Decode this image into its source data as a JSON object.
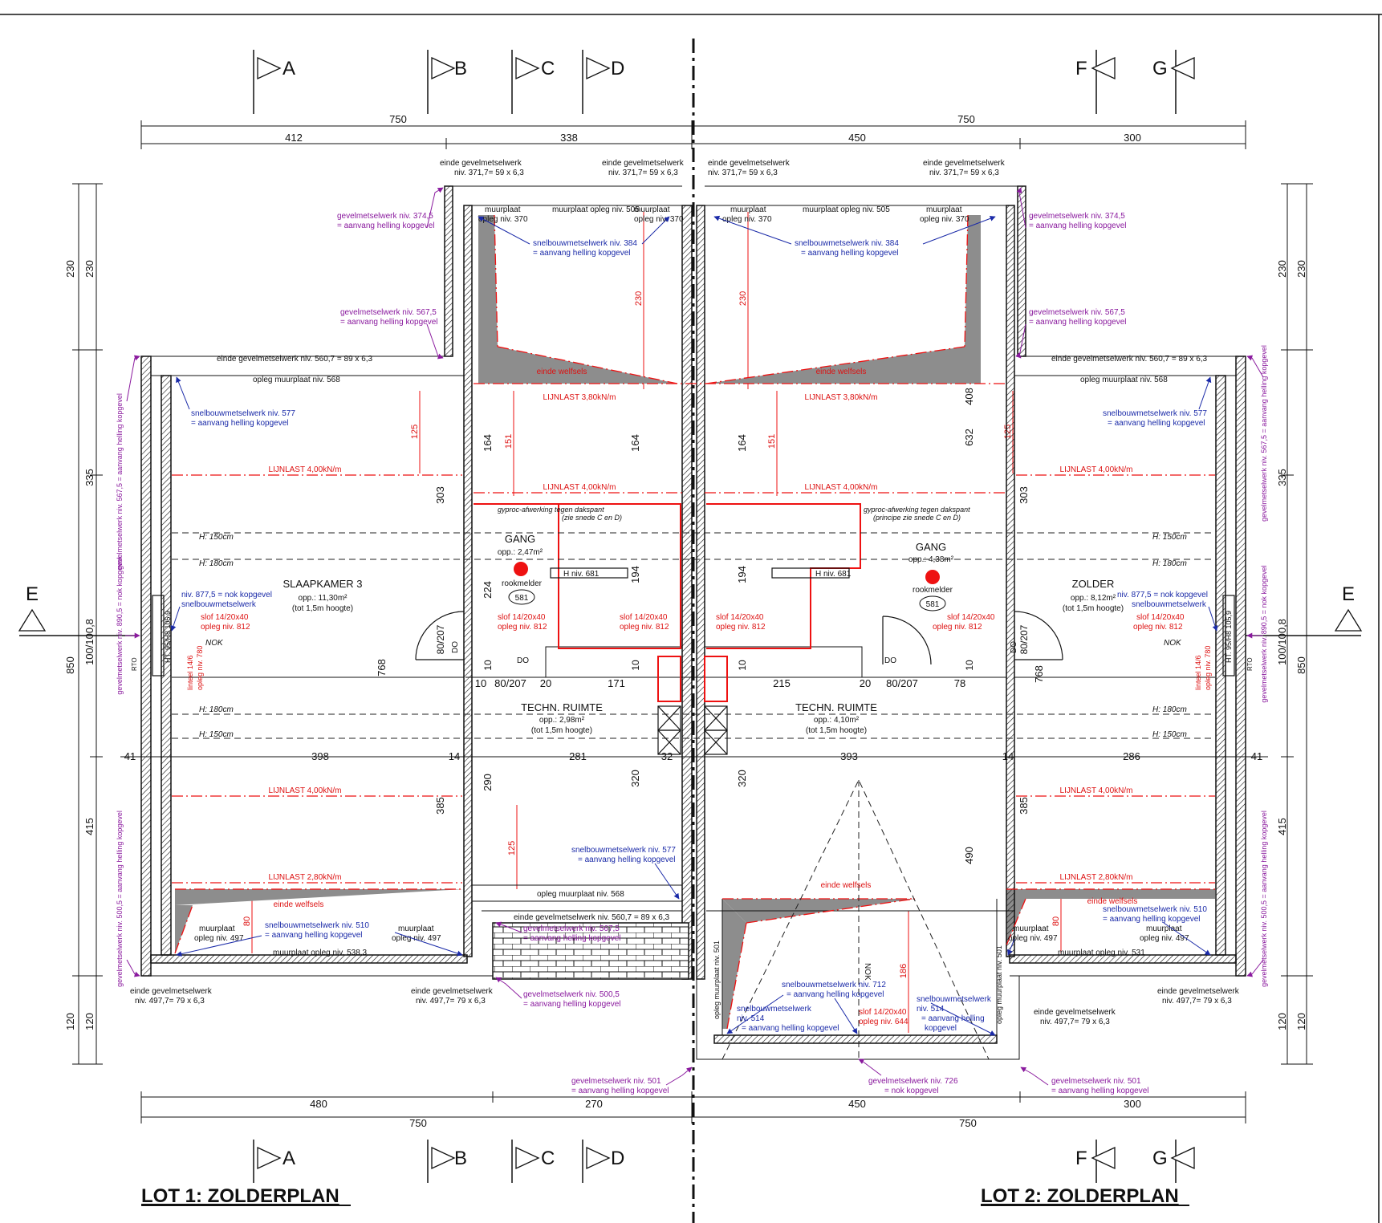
{
  "titles": {
    "lot1": "LOT 1: ZOLDERPLAN",
    "lot2": "LOT 2: ZOLDERPLAN"
  },
  "section_marks": {
    "A": "A",
    "B": "B",
    "C": "C",
    "D": "D",
    "E": "E",
    "F": "F",
    "G": "G"
  },
  "dimensions": {
    "top_total_left": "750",
    "top_total_right": "750",
    "top_left_1": "412",
    "top_left_2": "338",
    "top_right_1": "450",
    "top_right_2": "300",
    "bottom_total_left": "750",
    "bottom_total_right": "750",
    "bottom_left_1": "480",
    "bottom_left_2": "270",
    "bottom_right_1": "450",
    "bottom_right_2": "300",
    "side_230": "230",
    "side_335": "335",
    "side_850": "850",
    "side_415": "415",
    "side_120": "120",
    "side_100": "100/100,8",
    "row_41": "41",
    "row_398": "398",
    "row_14": "14",
    "row_281": "281",
    "row_32": "32",
    "row_393": "393",
    "row_286": "286",
    "row_10": "10",
    "row_80_207": "80/207",
    "row_20": "20",
    "row_171": "171",
    "row_215": "215",
    "row_78": "78",
    "v_164": "164",
    "v_194": "194",
    "v_224": "224",
    "v_303": "303",
    "v_768": "768",
    "v_385": "385",
    "v_290": "290",
    "v_320": "320",
    "v_408": "408",
    "v_632": "632",
    "v_490": "490",
    "r_125": "125",
    "r_151": "151",
    "r_230": "230",
    "r_80": "80",
    "r_186": "186"
  },
  "rooms": {
    "slaapkamer": {
      "name": "SLAAPKAMER 3",
      "area": "opp.: 11,30m²",
      "note": "(tot 1,5m hoogte)"
    },
    "zolder": {
      "name": "ZOLDER",
      "area": "opp.: 8,12m²",
      "note": "(tot 1,5m hoogte)"
    },
    "gang_left": {
      "name": "GANG",
      "area": "opp.: 2,47m²"
    },
    "gang_right": {
      "name": "GANG",
      "area": "opp.: 4,38m²"
    },
    "tech_left": {
      "name": "TECHN. RUIMTE",
      "area": "opp.: 2,98m²",
      "note": "(tot 1,5m hoogte)"
    },
    "tech_right": {
      "name": "TECHN. RUIMTE",
      "area": "opp.: 4,10m²",
      "note": "(tot 1,5m hoogte)"
    }
  },
  "labels": {
    "rookmelder": "rookmelder",
    "rook_num": "581",
    "h_niv": "H niv. 681",
    "h150": "H: 150cm",
    "h180": "H: 180cm",
    "nok": "NOK",
    "do": "DO",
    "rto": "RTO",
    "gyproc_left_1": "gyproc-afwerking tegen dakspant",
    "gyproc_left_2": "(zie snede C en D)",
    "gyproc_right_1": "gyproc-afwerking tegen dakspant",
    "gyproc_right_2": "(principe zie snede C en D)",
    "muurplaat": "muurplaat",
    "opleg370": "opleg niv. 370",
    "muurplaat505": "muurplaat opleg niv. 505",
    "opleg568": "opleg muurplaat niv. 568",
    "muurplaat538": "muurplaat opleg niv. 538,3",
    "muurplaat531": "muurplaat opleg niv. 531",
    "opleg497": "opleg niv. 497",
    "einde_371_1": "einde gevelmetselwerk",
    "einde_371_2": "niv. 371,7= 59 x 6,3",
    "einde_560": "einde gevelmetselwerk niv. 560,7 = 89 x 6,3",
    "einde_497_1": "einde gevelmetselwerk",
    "einde_497_2": "niv. 497,7= 79 x 6,3",
    "hoh": "HT. 95/H8 105,9",
    "lintel": "linteel 14/6",
    "lintel2": "opleg niv. 780",
    "muurplaat501": "opleg muurplaat niv. 501"
  },
  "red_labels": {
    "lijnlast380": "LIJNLAST 3,80kN/m",
    "lijnlast400": "LIJNLAST 4,00kN/m",
    "lijnlast280": "LIJNLAST 2,80kN/m",
    "einde_welfsels": "einde welfsels",
    "slof_812_1": "slof 14/20x40",
    "slof_812_2": "opleg niv. 812",
    "slof_644_1": "slof 14/20x40",
    "slof_644_2": "opleg niv. 644"
  },
  "blue_labels": {
    "snel384_1": "snelbouwmetselwerk niv. 384",
    "snel384_2": "= aanvang helling kopgevel",
    "snel577_1": "snelbouwmetselwerk niv. 577",
    "snel577_2": "= aanvang helling kopgevel",
    "snel510_1": "snelbouwmetselwerk niv. 510",
    "snel510_2": "= aanvang helling kopgevel",
    "nok877_1": "niv. 877,5 = nok kopgevel",
    "nok877_2": "snelbouwmetselwerk",
    "snel712_1": "snelbouwmetselwerk niv. 712",
    "snel712_2": "= aanvang helling kopgevel",
    "snel514a_1": "snelbouwmetselwerk",
    "snel514a_2": "niv. 514",
    "snel514a_3": "= aanvang helling kopgevel",
    "snel514b_1": "snelbouwmetselwerk",
    "snel514b_2": "niv. 514",
    "snel514b_3": "= aanvang helling",
    "snel514b_4": "kopgevel"
  },
  "purple_labels": {
    "g374_1": "gevelmetselwerk niv. 374,5",
    "g374_2": "= aanvang helling kopgevel",
    "g567_1": "gevelmetselwerk niv. 567,5",
    "g567_2": "= aanvang helling kopgevel",
    "g500_1": "gevelmetselwerk niv. 500,5",
    "g500_2": "= aanvang helling kopgevel",
    "g501_1": "gevelmetselwerk niv. 501",
    "g501_2": "= aanvang helling kopgevel",
    "g726_1": "gevelmetselwerk niv. 726",
    "g726_2": "= nok kopgevel",
    "side567": "gevelmetselwerk niv. 567,5 = aanvang helling kopgevel",
    "side890": "gevelmetselwerk niv. 890,5 = nok kopgevel",
    "side500": "gevelmetselwerk niv. 500,5 = aanvang helling kopgevel"
  },
  "colors": {
    "wall": "#111111",
    "red": "#e11111",
    "blue": "#1a2aa8",
    "purple": "#8a1a9e",
    "fill_gray": "#8d8d8d"
  }
}
